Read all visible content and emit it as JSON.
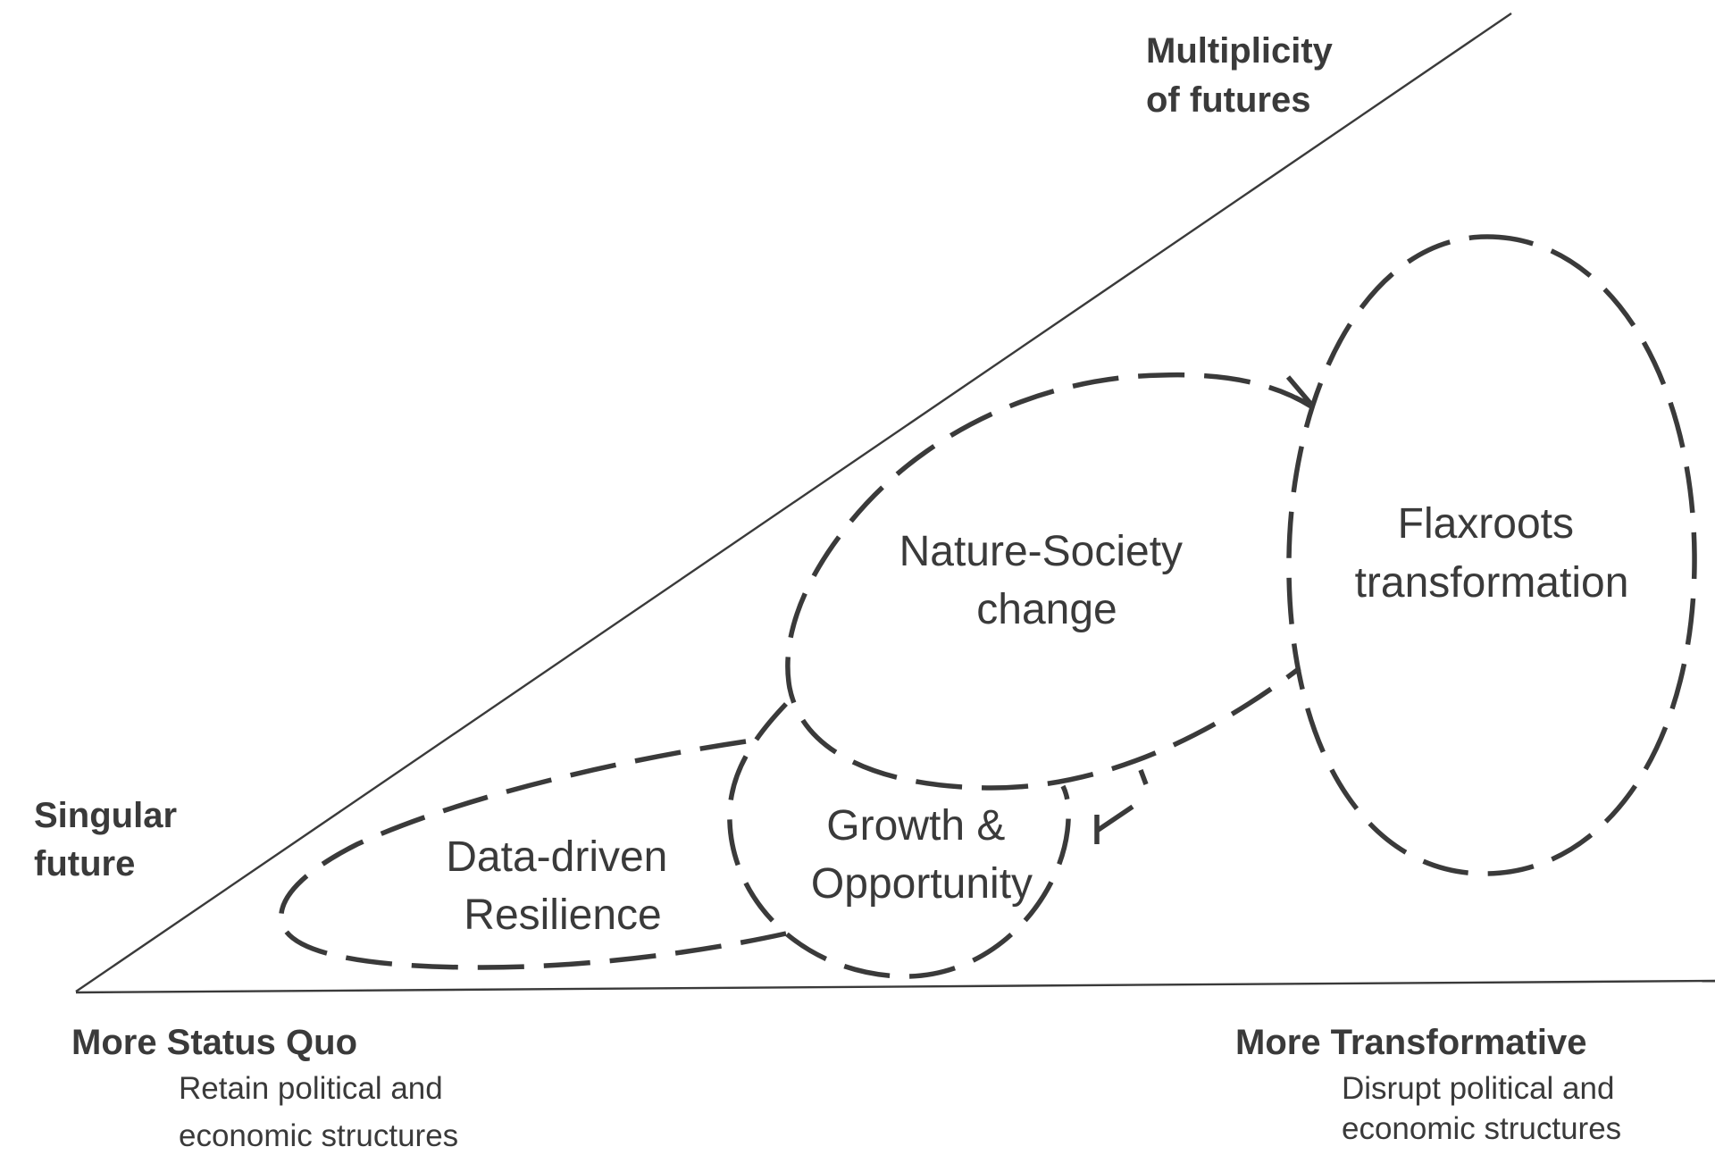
{
  "diagram": {
    "axes": {
      "top_end_label": [
        "Multiplicity",
        "of futures"
      ],
      "left_end_label": [
        "Singular",
        "future"
      ],
      "left_pole": {
        "title": "More Status Quo",
        "description": [
          "Retain political and",
          "economic structures"
        ]
      },
      "right_pole": {
        "title": "More Transformative",
        "description": [
          "Disrupt political and",
          "economic structures"
        ]
      }
    },
    "scenarios": [
      {
        "id": "data-driven-resilience",
        "label": [
          "Data-driven",
          "Resilience"
        ]
      },
      {
        "id": "growth-opportunity",
        "label": [
          "Growth &",
          "Opportunity"
        ]
      },
      {
        "id": "nature-society-change",
        "label": [
          "Nature-Society",
          "change"
        ]
      },
      {
        "id": "flaxroots-transformation",
        "label": [
          "Flaxroots",
          "transformation"
        ]
      }
    ],
    "colors": {
      "ink": "#3a3a3a",
      "background": "#ffffff"
    }
  }
}
